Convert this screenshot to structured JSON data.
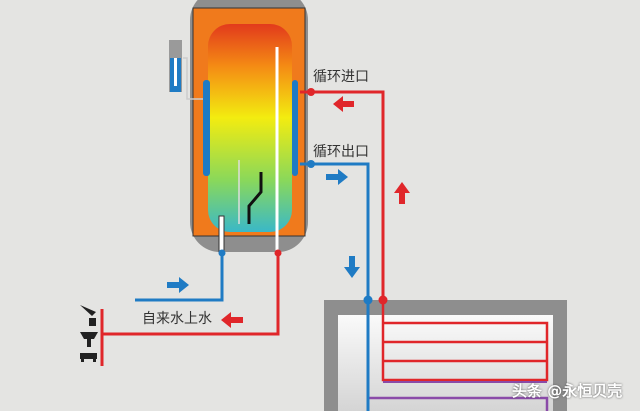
{
  "labels": {
    "circulation_inlet": "循环进口",
    "circulation_outlet": "循环出口",
    "tap_water_supply": "自来水上水"
  },
  "watermark": "头条 @永恒贝壳",
  "colors": {
    "hot": "#e0262a",
    "cold": "#1f7bc4",
    "return": "#8a4aa8",
    "tank_shell": "#8a8a8a",
    "insulation": "#f07a1c"
  }
}
